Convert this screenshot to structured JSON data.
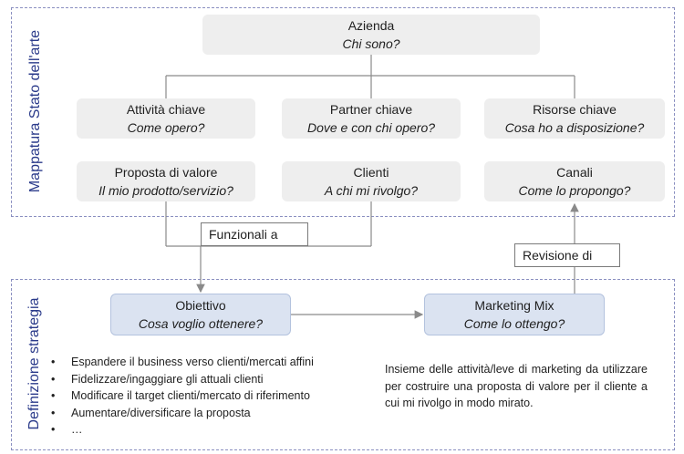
{
  "top_section": {
    "label": "Mappatura Stato dell'arte"
  },
  "bottom_section": {
    "label": "Definizione strategia"
  },
  "nodes": {
    "azienda": {
      "title": "Azienda",
      "subtitle": "Chi sono?"
    },
    "attivita": {
      "title": "Attività chiave",
      "subtitle": "Come opero?"
    },
    "partner": {
      "title": "Partner chiave",
      "subtitle": "Dove e con chi opero?"
    },
    "risorse": {
      "title": "Risorse chiave",
      "subtitle": "Cosa ho a disposizione?"
    },
    "proposta": {
      "title": "Proposta di valore",
      "subtitle": "Il mio prodotto/servizio?"
    },
    "clienti": {
      "title": "Clienti",
      "subtitle": "A chi mi rivolgo?"
    },
    "canali": {
      "title": "Canali",
      "subtitle": "Come lo propongo?"
    },
    "obiettivo": {
      "title": "Obiettivo",
      "subtitle": "Cosa voglio ottenere?"
    },
    "marketing": {
      "title": "Marketing Mix",
      "subtitle": "Come lo ottengo?"
    }
  },
  "edge_labels": {
    "funzionali": "Funzionali a",
    "revisione": "Revisione di"
  },
  "objectives_list": [
    "Espandere il business verso clienti/mercati affini",
    "Fidelizzare/ingaggiare gli attuali clienti",
    "Modificare il target clienti/mercato di riferimento",
    "Aumentare/diversificare la proposta",
    "…"
  ],
  "marketing_mix_description": "Insieme delle attività/leve di marketing da utilizzare per costruire una proposta di valore per il cliente a cui mi rivolgo in modo mirato.",
  "colors": {
    "section_border": "#8a8fc0",
    "grey_box": "#eeeeee",
    "blue_box": "#dbe3f1",
    "section_label": "#2a3a8a"
  }
}
